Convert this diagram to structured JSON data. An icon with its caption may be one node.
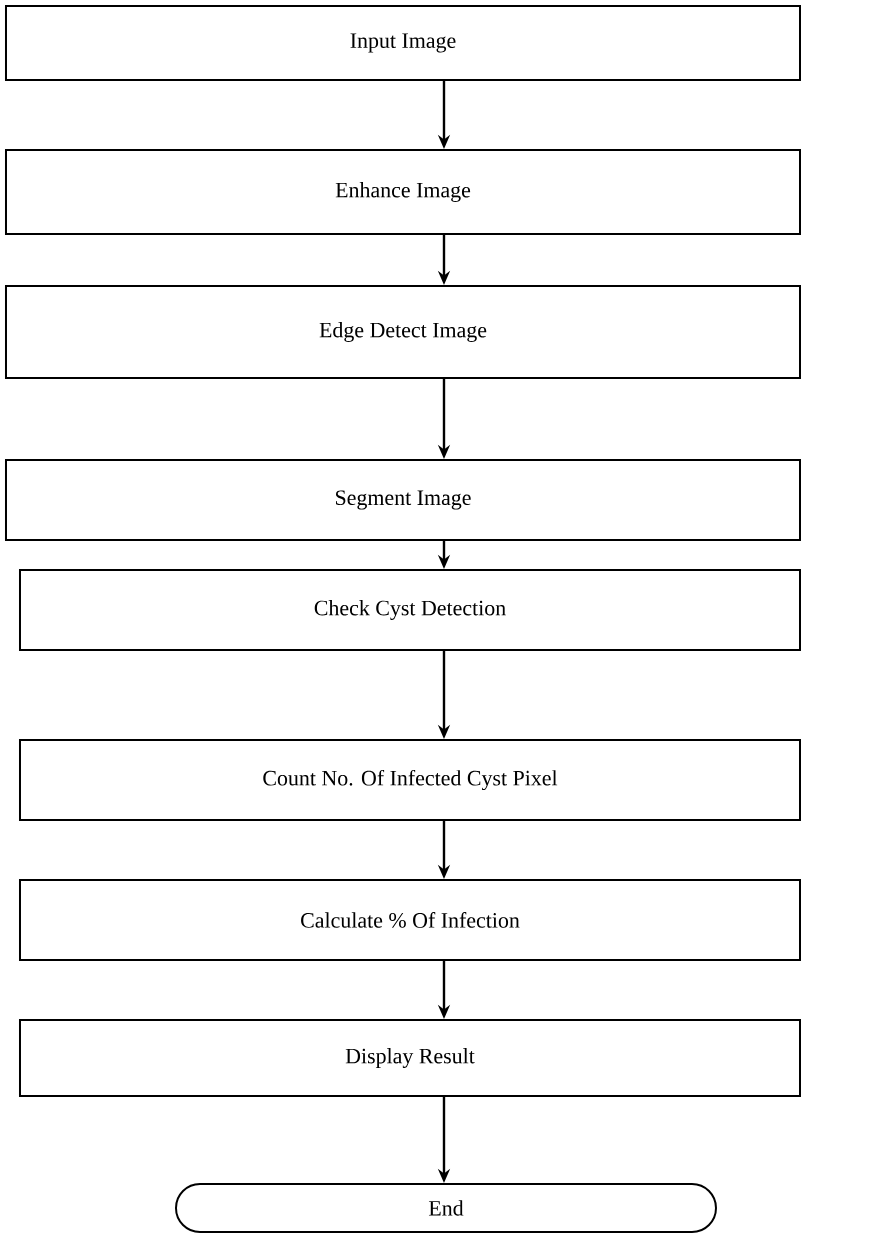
{
  "diagram": {
    "nodes": [
      {
        "text": [
          "Input Image"
        ]
      },
      {
        "text": [
          "Enhance Image"
        ]
      },
      {
        "text": [
          "Edge Detect Image"
        ]
      },
      {
        "text": [
          "Segment Image"
        ]
      },
      {
        "text": [
          "Check Cyst Detection"
        ]
      },
      {
        "text": [
          "Count No. Of Infected Cyst Pixel"
        ]
      },
      {
        "text": [
          "Calculate % Of Infection"
        ]
      },
      {
        "text": [
          "Display Result"
        ]
      },
      {
        "text": [
          "End"
        ]
      }
    ],
    "edges": [
      {
        "from": 0,
        "to": 1,
        "arrow": "to"
      },
      {
        "from": 1,
        "to": 2,
        "arrow": "to"
      },
      {
        "from": 2,
        "to": 3,
        "arrow": "to"
      },
      {
        "from": 3,
        "to": 4,
        "arrow": "to"
      },
      {
        "from": 4,
        "to": 5,
        "arrow": "to"
      },
      {
        "from": 5,
        "to": 6,
        "arrow": "to"
      },
      {
        "from": 6,
        "to": 7,
        "arrow": "to"
      },
      {
        "from": 7,
        "to": 8,
        "arrow": "to"
      }
    ]
  }
}
